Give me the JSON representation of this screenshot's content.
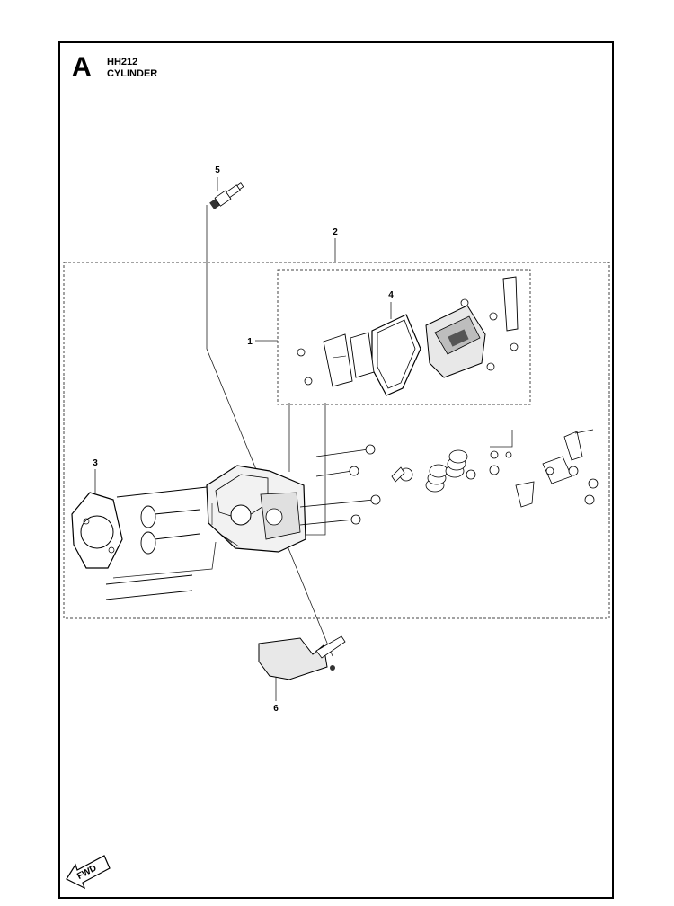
{
  "header": {
    "section_letter": "A",
    "model": "HH212",
    "title": "CYLINDER"
  },
  "callouts": [
    {
      "id": "1",
      "label": "1"
    },
    {
      "id": "2",
      "label": "2"
    },
    {
      "id": "3",
      "label": "3"
    },
    {
      "id": "4",
      "label": "4"
    },
    {
      "id": "5",
      "label": "5"
    },
    {
      "id": "6",
      "label": "6"
    }
  ],
  "direction_marker": {
    "label": "FWD"
  }
}
